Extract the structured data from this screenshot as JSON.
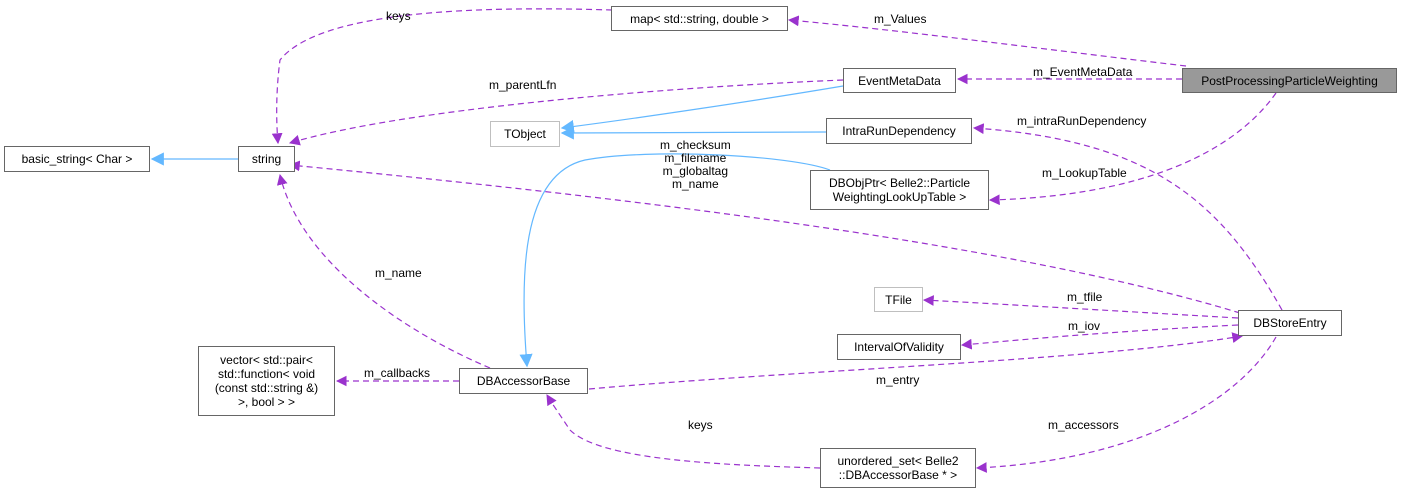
{
  "nodes": {
    "map_values": "map< std::string, double >",
    "event_meta": "EventMetaData",
    "post_processing": "PostProcessingParticleWeighting",
    "basic_string": "basic_string< Char >",
    "string": "string",
    "tobject": "TObject",
    "intra_run": "IntraRunDependency",
    "dbobjptr": "DBObjPtr< Belle2::Particle\nWeightingLookUpTable >",
    "tfile": "TFile",
    "interval": "IntervalOfValidity",
    "dbstore": "DBStoreEntry",
    "vector_callbacks": "vector< std::pair<\n std::function< void\n(const std::string &)\n>, bool > >",
    "dbaccessor": "DBAccessorBase",
    "unordered_set": "unordered_set< Belle2\n::DBAccessorBase * >"
  },
  "edge_labels": {
    "keys_top": "keys",
    "m_values": "m_Values",
    "m_parentlfn": "m_parentLfn",
    "m_eventmetadata": "m_EventMetaData",
    "m_intrarundependency": "m_intraRunDependency",
    "m_checksum_group": "m_checksum\nm_filename\nm_globaltag\nm_name",
    "m_lookuptable": "m_LookupTable",
    "m_name": "m_name",
    "m_tfile": "m_tfile",
    "m_iov": "m_iov",
    "m_callbacks": "m_callbacks",
    "m_entry": "m_entry",
    "keys_bottom": "keys",
    "m_accessors": "m_accessors"
  },
  "colors": {
    "inheritance": "#63b8ff",
    "usage": "#9a32cd",
    "root_fill": "#999999",
    "node_border": "#666666",
    "external_border": "#bfbfbf"
  }
}
